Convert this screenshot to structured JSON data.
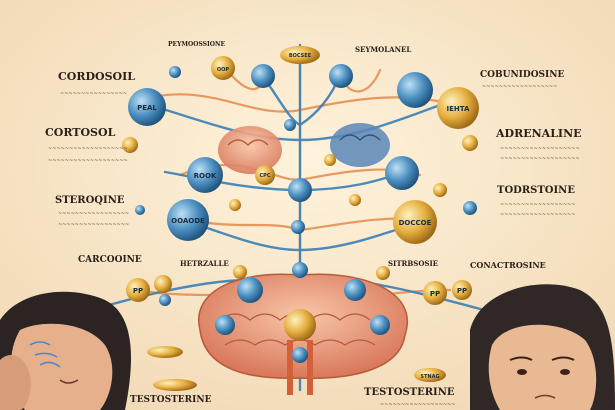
{
  "labels": {
    "cordosoil": "CORDOSOIL",
    "cortosol": "CORTOSOL",
    "steroqine": "STEROQINE",
    "carcooine": "CARCOOINE",
    "adrenaline": "ADRENALINE",
    "todrstoine": "TODRSTOINE",
    "cobunidosine": "COBUNIDOSINE",
    "conactrosine": "CONACTROSINE",
    "sitrbsosie": "SITRBSOSIE",
    "hetrzalle": "HETRZALLE",
    "testosterone_left": "TESTOSTERINE",
    "testosterone_center": "TESTOSTERINE",
    "center_top": "SEYMOLANEL",
    "top_left": "PEYMOOSSIONE"
  },
  "nodes": {
    "blue_left_upper": "PEAL",
    "blue_left_mid": "ROOK",
    "blue_left_low": "OOAODE",
    "gold_right_upper": "IEHTA",
    "gold_right_low": "DOCCOE",
    "gold_center": "CPC",
    "gold_top": "BOCSEE",
    "gold_left_pill": "PP",
    "gold_right_pill": "PP",
    "gold_right_pill2": "PP",
    "pill_small_left": "OOP",
    "pill_small_bottom": "STNAG"
  },
  "colors": {
    "background": "#f6e7cf",
    "blue_node": "#3e7fb0",
    "gold_node": "#e0a93a",
    "orange_line": "#e58a4a",
    "blue_line": "#3b7fb6",
    "brain": "#f0a88a"
  },
  "icons": [
    "brain-icon",
    "person-left-icon",
    "person-right-icon"
  ]
}
